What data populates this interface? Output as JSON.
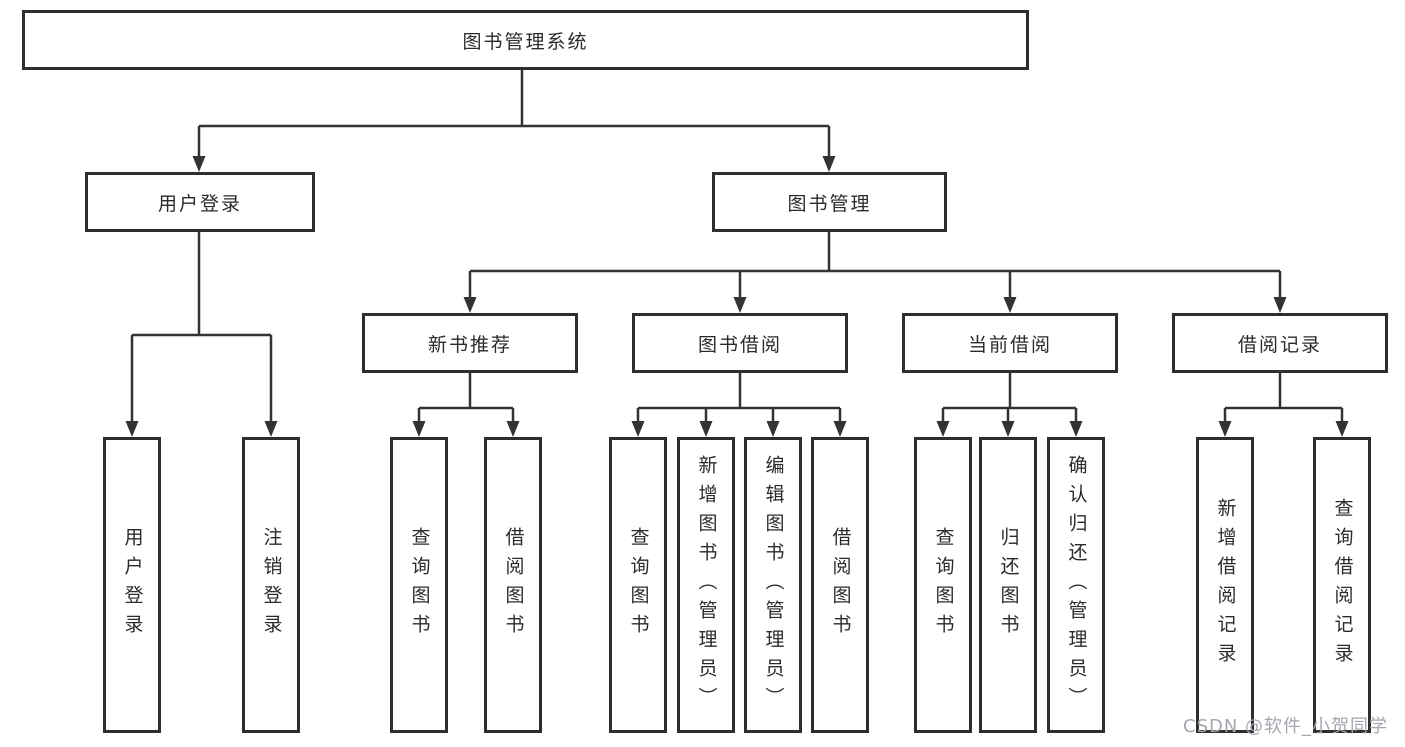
{
  "colors": {
    "background": "#ffffff",
    "box_border": "#2e2e2e",
    "connector_line": "#333333",
    "text": "#2b2b2b",
    "watermark": "#a6a6b0"
  },
  "tree": {
    "root": {
      "label": "图书管理系统"
    },
    "branches": [
      {
        "label": "用户登录",
        "children": [
          {
            "label": "用户登录"
          },
          {
            "label": "注销登录"
          }
        ]
      },
      {
        "label": "图书管理",
        "children": [
          {
            "label": "新书推荐",
            "children": [
              {
                "label": "查询图书"
              },
              {
                "label": "借阅图书"
              }
            ]
          },
          {
            "label": "图书借阅",
            "children": [
              {
                "label": "查询图书"
              },
              {
                "label": "新增图书（管理员）"
              },
              {
                "label": "编辑图书（管理员）"
              },
              {
                "label": "借阅图书"
              }
            ]
          },
          {
            "label": "当前借阅",
            "children": [
              {
                "label": "查询图书"
              },
              {
                "label": "归还图书"
              },
              {
                "label": "确认归还（管理员）"
              }
            ]
          },
          {
            "label": "借阅记录",
            "children": [
              {
                "label": "新增借阅记录"
              },
              {
                "label": "查询借阅记录"
              }
            ]
          }
        ]
      }
    ]
  },
  "watermark": {
    "text": "CSDN @软件_小贺同学"
  }
}
